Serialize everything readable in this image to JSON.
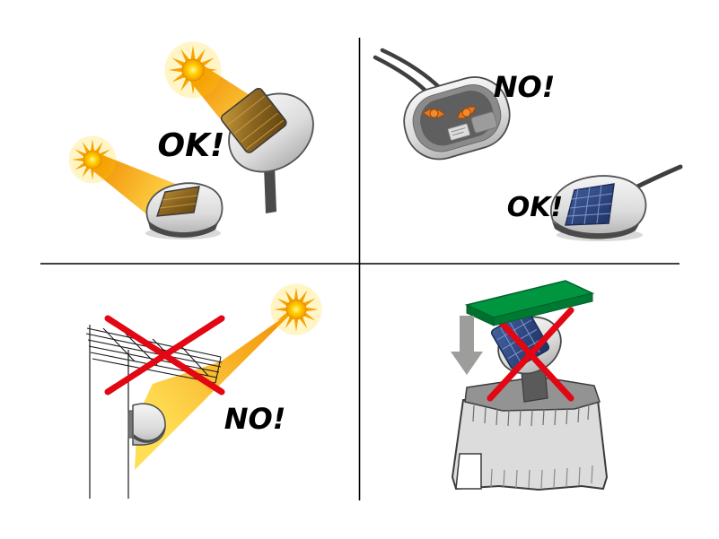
{
  "panels": {
    "top_left": {
      "label": "OK!"
    },
    "top_right": {
      "label_no": "NO!",
      "label_ok": "OK!"
    },
    "bottom_left": {
      "label": "NO!"
    },
    "bottom_right": {}
  },
  "colors": {
    "background": "#FFFFFF",
    "divider": "#000000",
    "label_text": "#000000",
    "sun_rays": "#F7A300",
    "sun_core": "#FFD200",
    "beam_orange": "#F39200",
    "beam_yellow": "#FFDE55",
    "device_body_grey": "#E6E6E6",
    "device_base_grey": "#4A4A4A",
    "solar_panel_bronze": "#8A6420",
    "solar_panel_blue": "#2F4A8A",
    "wingnut_orange": "#E87722",
    "cross_red": "#E30613",
    "board_green": "#009640",
    "arrow_grey": "#9D9D9C",
    "pedestal_grey": "#DCDCDC",
    "pedestal_top_grey": "#939393",
    "cable_grey": "#3F3F3F"
  }
}
